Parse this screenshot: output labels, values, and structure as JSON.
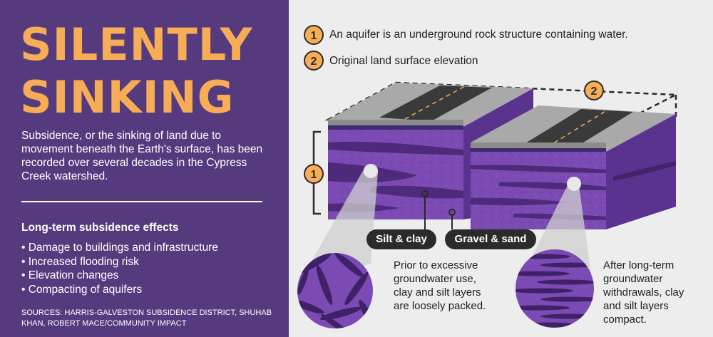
{
  "title_line1": "SILENTLY",
  "title_line2": "SINKING",
  "intro": "Subsidence, or the sinking of land due to movement beneath the Earth's surface, has been recorded over several decades in the Cypress Creek watershed.",
  "effects_heading": "Long-term subsidence effects",
  "effects": [
    "Damage to buildings and infrastructure",
    "Increased flooding risk",
    "Elevation changes",
    "Compacting of aquifers"
  ],
  "sources": "SOURCES: HARRIS-GALVESTON SUBSIDENCE DISTRICT, SHUHAB KHAN, ROBERT MACE/COMMUNITY IMPACT",
  "legend": [
    {
      "num": "1",
      "text": "An aquifer is an underground rock structure containing water."
    },
    {
      "num": "2",
      "text": "Original land surface elevation"
    }
  ],
  "callout_silt": "Silt & clay",
  "callout_gravel": "Gravel & sand",
  "caption_before": "Prior to excessive groundwater use, clay and silt layers are loosely packed.",
  "caption_after": "After long-term groundwater withdrawals, clay and silt layers compact.",
  "colors": {
    "panel": "#563a7e",
    "accent": "#f7ad55",
    "soil": "#7b4bb3",
    "layer": "#4e2a7a"
  }
}
